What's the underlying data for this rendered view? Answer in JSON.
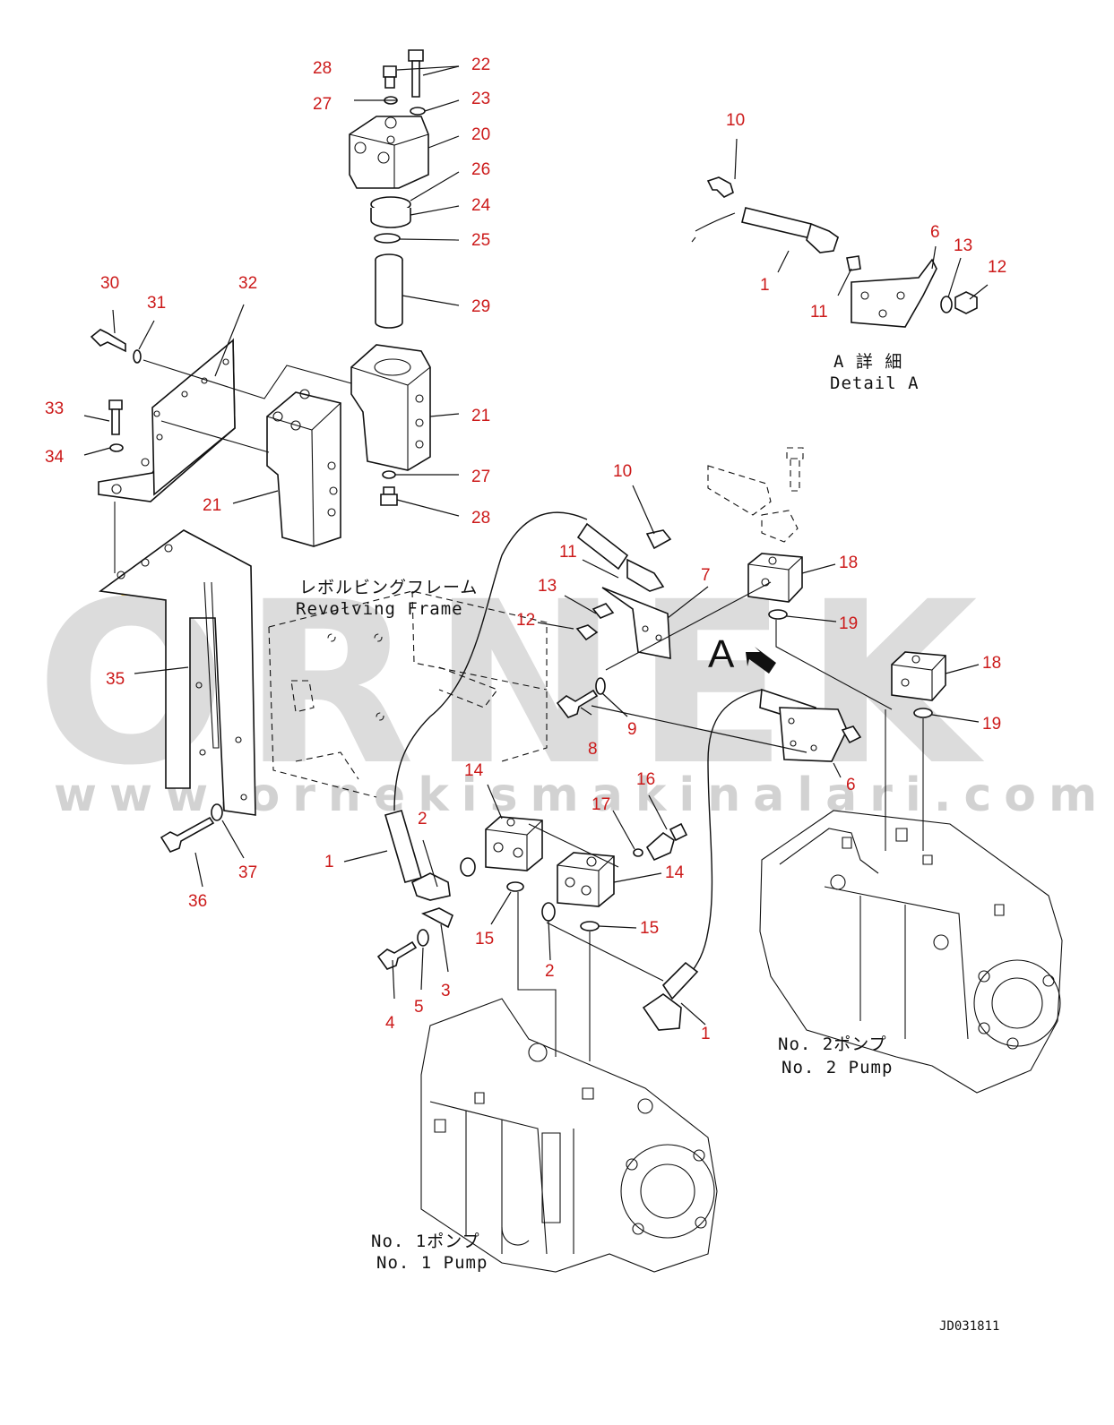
{
  "watermark": {
    "brand": "ORNEK",
    "url": "www.ornekismakinalari.com.tr",
    "accent_color": "#f2c230"
  },
  "captions": {
    "detail_a_jp": "A 詳 細",
    "detail_a_en": "Detail A",
    "frame_jp": "レボルビングフレーム",
    "frame_en": "Revolving Frame",
    "pump2_jp": "No. 2ポンプ",
    "pump2_en": "No. 2 Pump",
    "pump1_jp": "No. 1ポンプ",
    "pump1_en": "No. 1 Pump",
    "view_a": "A",
    "drawing_code": "JD031811"
  },
  "callout_color": "#cc1a1a",
  "callouts": [
    "28",
    "22",
    "27",
    "23",
    "20",
    "26",
    "24",
    "25",
    "29",
    "30",
    "31",
    "32",
    "33",
    "34",
    "21",
    "27",
    "28",
    "21",
    "35",
    "36",
    "37",
    "10",
    "6",
    "13",
    "12",
    "1",
    "11",
    "10",
    "11",
    "7",
    "18",
    "13",
    "12",
    "19",
    "18",
    "19",
    "8",
    "9",
    "6",
    "14",
    "16",
    "17",
    "14",
    "2",
    "1",
    "15",
    "15",
    "2",
    "5",
    "4",
    "3",
    "1"
  ]
}
